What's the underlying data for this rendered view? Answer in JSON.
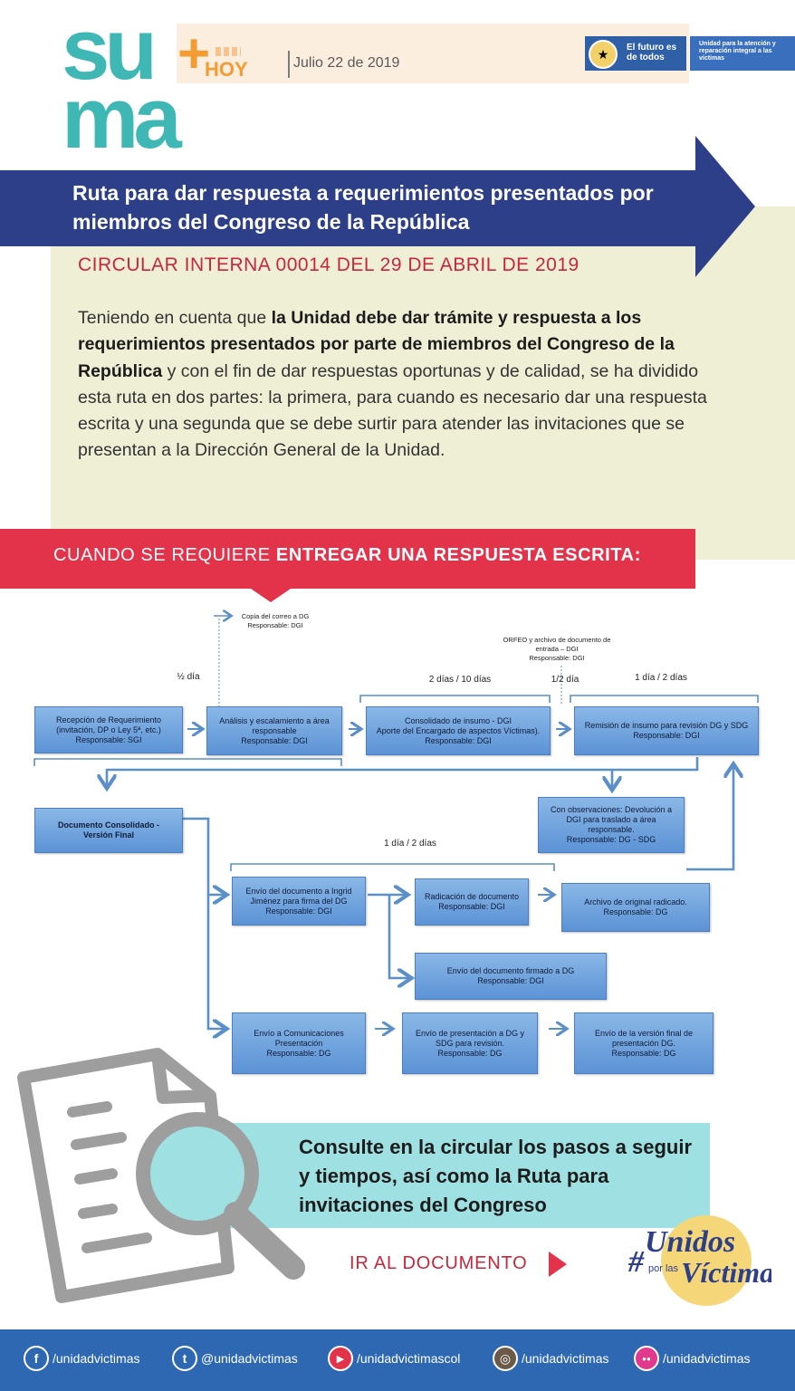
{
  "header": {
    "logo_su": "su",
    "logo_ma": "ma",
    "logo_plus": "+",
    "logo_hoy": "HOY",
    "date": "Julio 22 de 2019",
    "gov_slogan": "El futuro es de todos",
    "gov_unit": "Unidad para la atención y reparación integral a las víctimas"
  },
  "title": "Ruta para dar respuesta a requerimientos presentados por miembros del Congreso de la República",
  "circular": "CIRCULAR INTERNA 00014 DEL 29 DE ABRIL DE 2019",
  "intro": {
    "p1": "Teniendo en cuenta que ",
    "b1": "la Unidad debe dar trámite y respuesta a los requerimientos presentados por parte de miembros del Congreso de la República",
    "p2": " y con el fin de dar respuestas oportunas y de calidad, se ha dividido esta ruta en dos partes: la primera, para cuando es necesario dar una respuesta escrita y una segunda que se debe surtir para atender las invitaciones que se presentan a la Dirección General de la Unidad."
  },
  "section": {
    "lead": "CUANDO SE REQUIERE ",
    "bold": "ENTREGAR UNA RESPUESTA ESCRITA:"
  },
  "flow": {
    "labels": {
      "copia": "Copia del correo a DG",
      "copia_resp": "Responsable: DGI",
      "orfeo": "ORFEO y archivo de documento de entrada – DGI",
      "orfeo_resp": "Responsable: DGI",
      "half_day": "½ día",
      "two_ten": "2 días / 10 días",
      "half_day2": "1/2 día",
      "one_two": "1 día / 2 días",
      "one_two_b": "1 día / 2 días"
    },
    "boxes": {
      "recepcion": {
        "l1": "Recepción de Requerimiento",
        "l2": "(invitación, DP o Ley 5ª, etc.)",
        "l3": "Responsable: SGI"
      },
      "analisis": {
        "l1": "Análisis y escalamiento a área",
        "l2": "responsable",
        "l3": "Responsable: DGI"
      },
      "consolidado": {
        "l1": "Consolidado de insumo - DGI",
        "l2": "Aporte del Encargado de aspectos Víctimas).",
        "l3": "Responsable: DGI"
      },
      "remision": {
        "l1": "Remisión de insumo para revisión DG y SDG",
        "l2": "Responsable: DGI"
      },
      "documento": {
        "l1": "Documento Consolidado -",
        "l2": "Versión Final"
      },
      "observ": {
        "l1": "Con observaciones: Devolución a",
        "l2": "DGI para traslado a área",
        "l3": "responsable.",
        "l4": "Responsable: DG - SDG"
      },
      "envio_ingrid": {
        "l1": "Envío del documento a Ingrid",
        "l2": "Jiménez para firma del DG",
        "l3": "Responsable: DGI"
      },
      "radicacion": {
        "l1": "Radicación de documento",
        "l2": "Responsable: DGI"
      },
      "archivo": {
        "l1": "Archivo de original radicado.",
        "l2": "Responsable: DG"
      },
      "envio_firmado": {
        "l1": "Envío del documento firmado a DG",
        "l2": "Responsable: DGI"
      },
      "comunic": {
        "l1": "Envío a Comunicaciones",
        "l2": "Presentación",
        "l3": "Responsable: DG"
      },
      "presentacion": {
        "l1": "Envío de presentación a DG y",
        "l2": "SDG para revisión.",
        "l3": "Responsable: DG"
      },
      "version": {
        "l1": "Envío de la versión final de",
        "l2": "presentación DG.",
        "l3": "Responsable: DG"
      }
    }
  },
  "cta": {
    "text": "Consulte en la circular los pasos a seguir y tiempos, así como la Ruta para invitaciones del Congreso",
    "link": "IR AL DOCUMENTO"
  },
  "badge": {
    "hash": "#",
    "unidos": "Unidos",
    "por": "por las",
    "victimas": "Víctimas"
  },
  "footer": [
    {
      "icon": "facebook-icon",
      "glyph": "f",
      "handle": "/unidadvictimas"
    },
    {
      "icon": "twitter-icon",
      "glyph": "t",
      "handle": "@unidadvictimas"
    },
    {
      "icon": "youtube-icon",
      "glyph": "▶",
      "handle": "/unidadvictimascol"
    },
    {
      "icon": "instagram-icon",
      "glyph": "◎",
      "handle": "/unidadvictimas"
    },
    {
      "icon": "flickr-icon",
      "glyph": "●●",
      "handle": "/unidadvictimas"
    }
  ],
  "colors": {
    "navy": "#2e3f8a",
    "red": "#e2334a",
    "teal": "#3fb8b5",
    "orange": "#f39c33",
    "cream": "#efefd6",
    "cyan": "#9fe1e3",
    "footer": "#2e68b3"
  }
}
